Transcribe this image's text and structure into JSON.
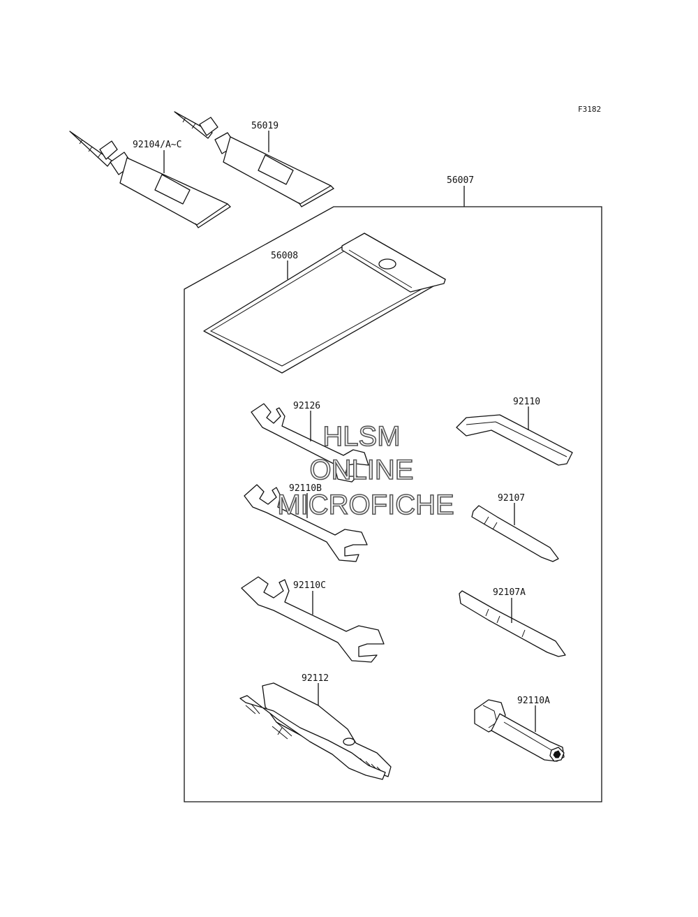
{
  "figure_code": "F3182",
  "watermark": [
    "HLSM",
    "ONLINE",
    "MICROFICHE"
  ],
  "parts": {
    "grease_tube": "92104/A~C",
    "sealant_tube": "56019",
    "tool_kit": "56007",
    "tool_bag": "56008",
    "wrench_92126": "92126",
    "hex_key": "92110",
    "wrench_92110b": "92110B",
    "screwdriver_92107": "92107",
    "wrench_92110c": "92110C",
    "screwdriver_92107a": "92107A",
    "pliers": "92112",
    "box_wrench": "92110A"
  }
}
